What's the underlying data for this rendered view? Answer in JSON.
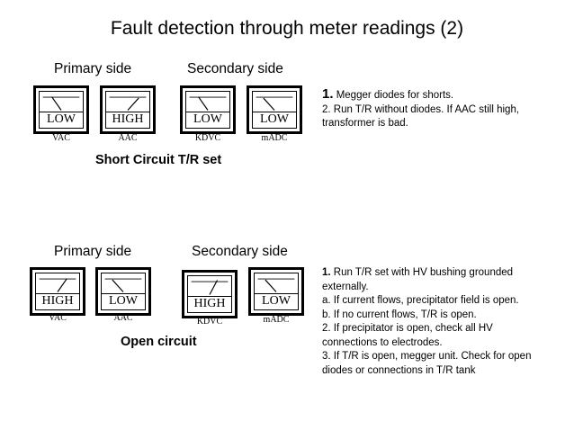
{
  "title": "Fault  detection  through  meter  readings (2)",
  "section1": {
    "primary_label": "Primary side",
    "secondary_label": "Secondary side",
    "meters": [
      {
        "reading": "LOW",
        "unit": "VAC",
        "needle_level": 0.25
      },
      {
        "reading": "HIGH",
        "unit": "AAC",
        "needle_level": 0.8
      },
      {
        "reading": "LOW",
        "unit": "KDVC",
        "needle_level": 0.25
      },
      {
        "reading": "LOW",
        "unit": "mADC",
        "needle_level": 0.2
      }
    ],
    "caption": "Short Circuit T/R set",
    "steps": {
      "lead_number": "1.",
      "lead_text": " Megger diodes for shorts.",
      "lines": [
        "2. Run T/R without diodes. If AAC still high,",
        "transformer is bad."
      ]
    }
  },
  "section2": {
    "primary_label": "Primary side",
    "secondary_label": "Secondary side",
    "meters": [
      {
        "reading": "HIGH",
        "unit": "VAC",
        "needle_level": 0.75
      },
      {
        "reading": "LOW",
        "unit": "AAC",
        "needle_level": 0.2
      },
      {
        "reading": "HIGH",
        "unit": "KDVC",
        "needle_level": 0.7
      },
      {
        "reading": "LOW",
        "unit": "mADC",
        "needle_level": 0.2
      }
    ],
    "caption": "Open circuit",
    "steps": {
      "lead_number": "1.",
      "lead_text": " Run T/R set with HV bushing grounded",
      "lines": [
        "externally.",
        "a. If current flows, precipitator field is open.",
        "b. If no current flows, T/R is open.",
        "2. If precipitator is open, check all HV",
        "connections to electrodes.",
        "3. If T/R is open, megger unit. Check for open",
        "diodes or connections in T/R tank"
      ]
    }
  }
}
